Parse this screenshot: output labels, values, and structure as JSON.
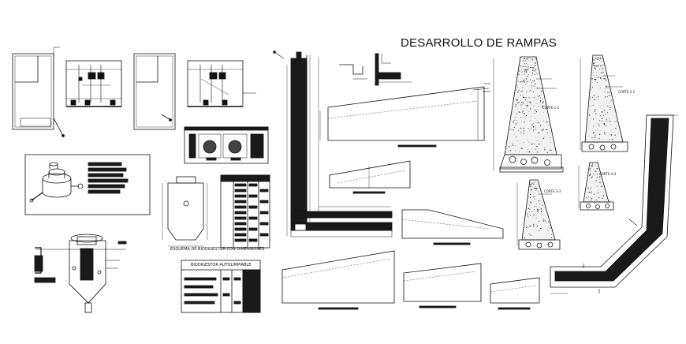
{
  "title": "DESARROLLO DE RAMPAS",
  "captions": {
    "biodigester_dims": "ESQUEMA DE BIODIGESTOR CON DIMENSIONES",
    "biodigester_table_header": "BIODIGESTOR AUTOLIMPIABLE"
  },
  "section_labels": {
    "corte_1": "CORTE 1-1",
    "corte_2": "CORTE 2-2",
    "corte_3": "CORTE 3-3",
    "corte_4": "CORTE 4-4"
  },
  "colors": {
    "line": "#111111",
    "fill_dark": "#1a1a1a",
    "paper": "#ffffff"
  }
}
